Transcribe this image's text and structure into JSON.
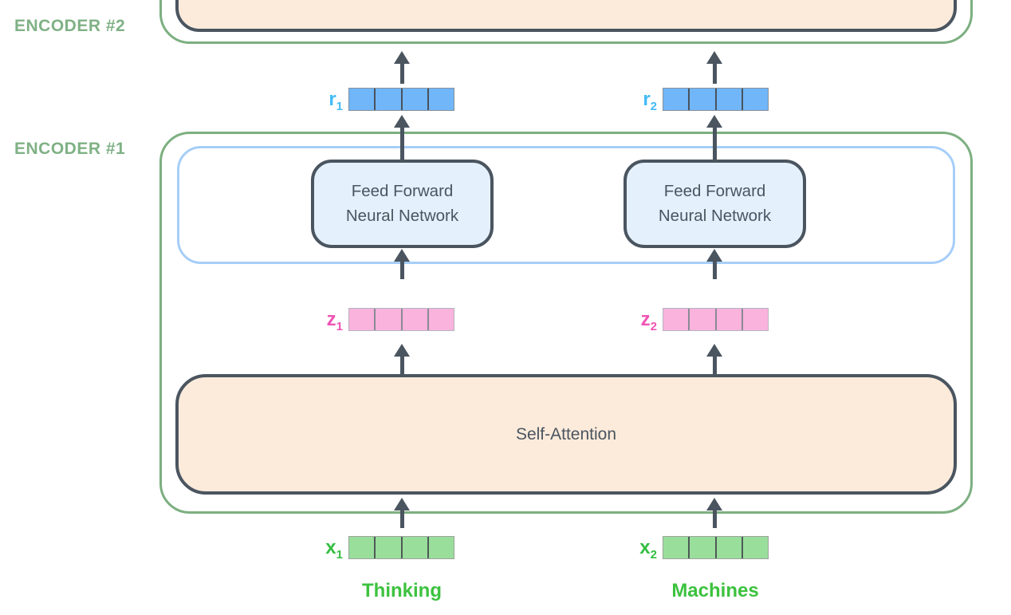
{
  "encoders": {
    "encoder2_label": "ENCODER #2",
    "encoder1_label": "ENCODER #1"
  },
  "ffnn": {
    "line1": "Feed Forward",
    "line2": "Neural Network"
  },
  "self_attention": {
    "label": "Self-Attention"
  },
  "vectors": {
    "r1": {
      "base": "r",
      "sub": "1"
    },
    "r2": {
      "base": "r",
      "sub": "2"
    },
    "z1": {
      "base": "z",
      "sub": "1"
    },
    "z2": {
      "base": "z",
      "sub": "2"
    },
    "x1": {
      "base": "x",
      "sub": "1"
    },
    "x2": {
      "base": "x",
      "sub": "2"
    }
  },
  "tokens": {
    "token1": "Thinking",
    "token2": "Machines"
  },
  "colors": {
    "encoder_outline_green": "#7CAF80",
    "encoder_label_green": "#7FB185",
    "token_green": "#3CC23E",
    "x_cell_green": "#9ADE9C",
    "r_label_blue": "#41BBF7",
    "r_cell_blue": "#70B6F8",
    "z_label_pink": "#F053B4",
    "z_cell_pink": "#F9B3DD",
    "box_border_slate": "#4A5560",
    "attention_peach": "#FCEBDB",
    "ffnn_fill_blue": "#E4F1FC",
    "ffnn_layer_outline_blue": "#A6CEF8",
    "arrow_slate": "#4A5560"
  }
}
